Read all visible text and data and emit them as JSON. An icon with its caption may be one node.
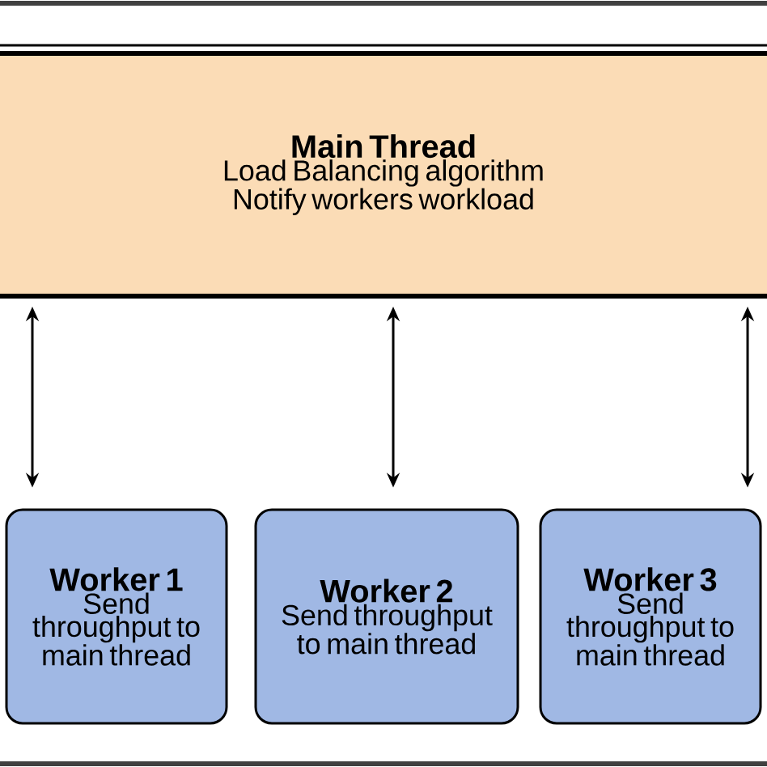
{
  "diagram": {
    "nodes": [
      {
        "text": [
          "Main Thread",
          "Load Balancing algorithm",
          "Notify workers workload"
        ]
      },
      {
        "text": [
          "Worker 1",
          "Send throughput to main thread"
        ]
      },
      {
        "text": [
          "Worker 2",
          "Send throughput to main thread"
        ]
      },
      {
        "text": [
          "Worker 3",
          "Send throughput to main thread"
        ]
      }
    ],
    "edges": [
      {
        "from": 0,
        "to": 1,
        "arrow": "both"
      },
      {
        "from": 0,
        "to": 2,
        "arrow": "both"
      },
      {
        "from": 0,
        "to": 3,
        "arrow": "both"
      }
    ]
  }
}
